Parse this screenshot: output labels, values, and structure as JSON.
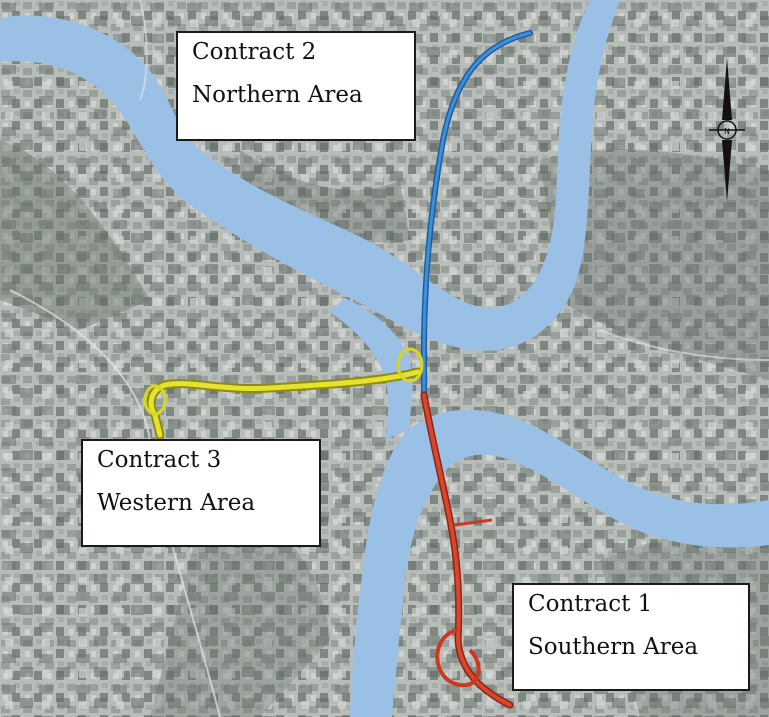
{
  "map": {
    "colors": {
      "river": "#9bc0e6",
      "land": "#b9bdb9",
      "land_dark": "#6d756f",
      "northern_route": "#2a78c6",
      "western_route": "#d7d620",
      "southern_route": "#c83a22"
    },
    "compass_icon": "north-arrow-icon",
    "labels": [
      {
        "id": "c2",
        "line1": "Contract 2",
        "line2": "Northern Area"
      },
      {
        "id": "c3",
        "line1": "Contract 3",
        "line2": "Western Area"
      },
      {
        "id": "c1",
        "line1": "Contract 1",
        "line2": "Southern Area"
      }
    ]
  }
}
